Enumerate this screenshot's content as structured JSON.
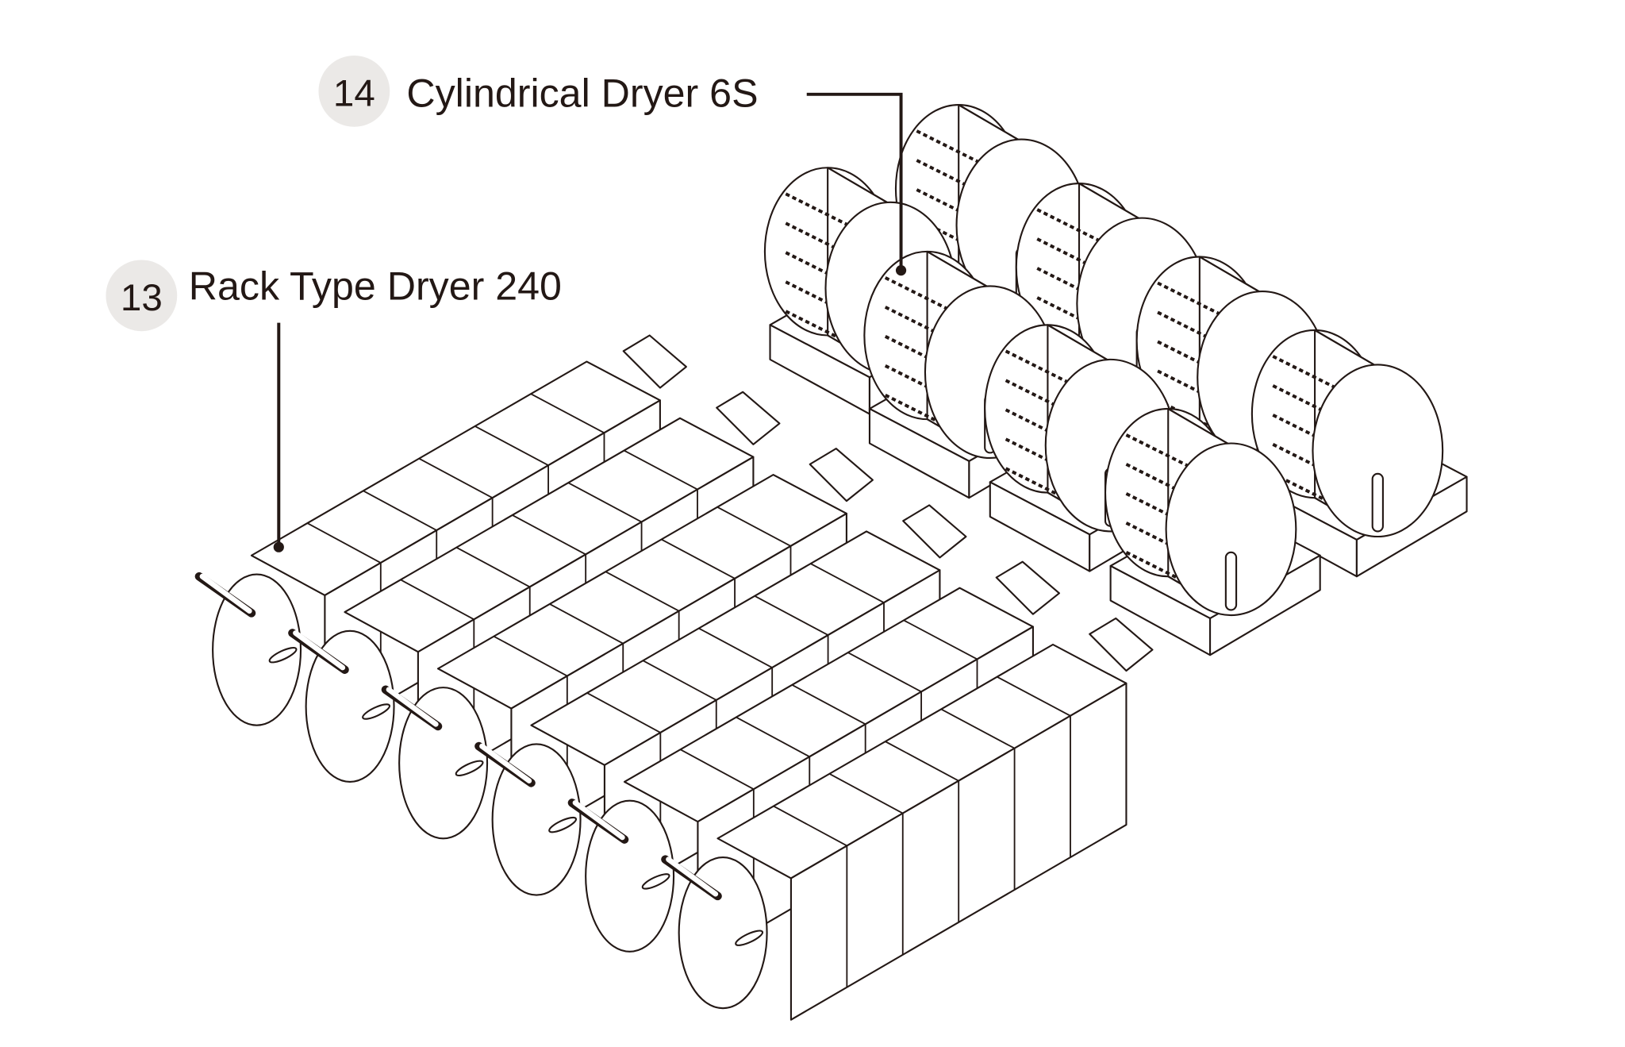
{
  "callouts": [
    {
      "number": "13",
      "label": "Rack Type Dryer 240"
    },
    {
      "number": "14",
      "label": "Cylindrical Dryer 6S"
    }
  ],
  "colors": {
    "line": "#231815",
    "badge": "#ebe9e7"
  }
}
